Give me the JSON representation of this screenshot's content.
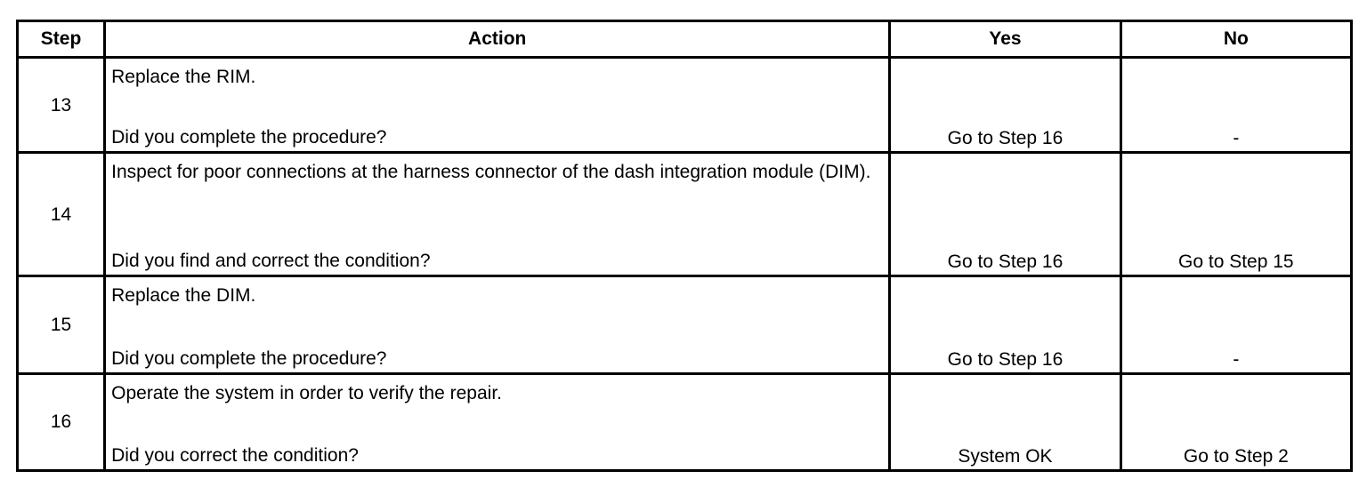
{
  "table": {
    "headers": {
      "step": "Step",
      "action": "Action",
      "yes": "Yes",
      "no": "No"
    },
    "rows": [
      {
        "step": "13",
        "action": "Replace the RIM.",
        "question": "Did you complete the procedure?",
        "yes": "Go to Step 16",
        "no": "-"
      },
      {
        "step": "14",
        "action": "Inspect for poor connections at the harness connector of the dash integration module (DIM).",
        "question": "Did you find and correct the condition?",
        "yes": "Go to Step 16",
        "no": "Go to Step 15"
      },
      {
        "step": "15",
        "action": "Replace the DIM.",
        "question": "Did you complete the procedure?",
        "yes": "Go to Step 16",
        "no": "-"
      },
      {
        "step": "16",
        "action": "Operate the system in order to verify the repair.",
        "question": "Did you correct the condition?",
        "yes": "System OK",
        "no": "Go to Step 2"
      }
    ]
  }
}
